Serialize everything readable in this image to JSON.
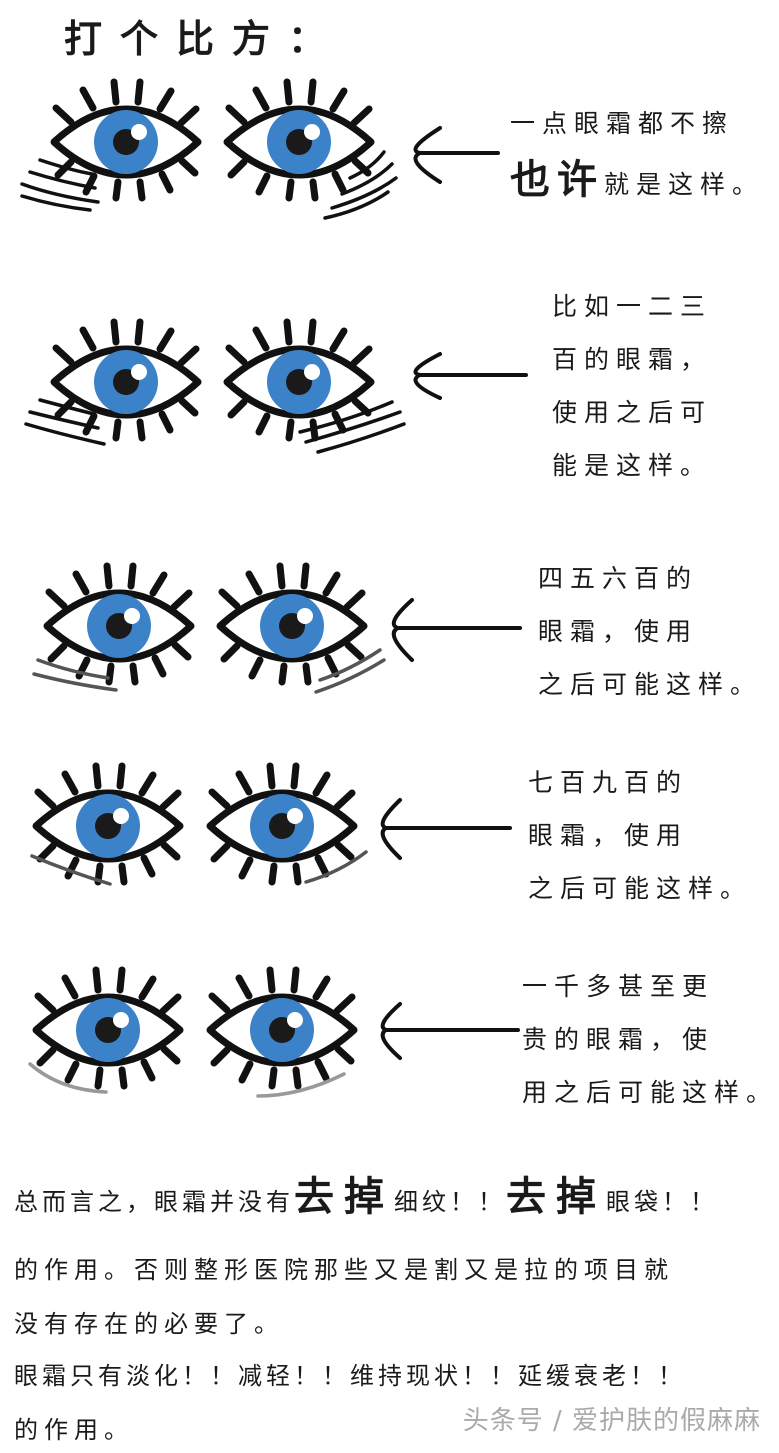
{
  "title": "打个比方：",
  "panels": [
    {
      "line1_a": "一点眼霜都不擦",
      "line2_big": "也许",
      "line2_rest": "就是这样。"
    },
    {
      "lines": [
        "比如一二三",
        "百的眼霜，",
        "使用之后可",
        "能是这样。"
      ]
    },
    {
      "lines": [
        "四五六百的",
        "眼霜，使用",
        "之后可能这样。"
      ]
    },
    {
      "lines": [
        "七百九百的",
        "眼霜，使用",
        "之后可能这样。"
      ]
    },
    {
      "lines": [
        "一千多甚至更",
        "贵的眼霜，使",
        "用之后可能这样。"
      ]
    }
  ],
  "summary": {
    "l1_a": "总而言之，眼霜并没有",
    "l1_big1": "去掉",
    "l1_b": "细纹！！",
    "l1_big2": "去掉",
    "l1_c": "眼袋！！",
    "l2": "的作用。否则整形医院那些又是割又是拉的项目就",
    "l3": "没有存在的必要了。",
    "l4": "眼霜只有淡化！！减轻！！维持现状！！延缓衰老！！",
    "l5": "的作用。"
  },
  "watermark": "头条号 / 爱护肤的假麻麻",
  "colors": {
    "iris": "#3b82c8",
    "pupil": "#1a1a1a",
    "outline": "#111111",
    "wrinkle_light": "#999999"
  }
}
